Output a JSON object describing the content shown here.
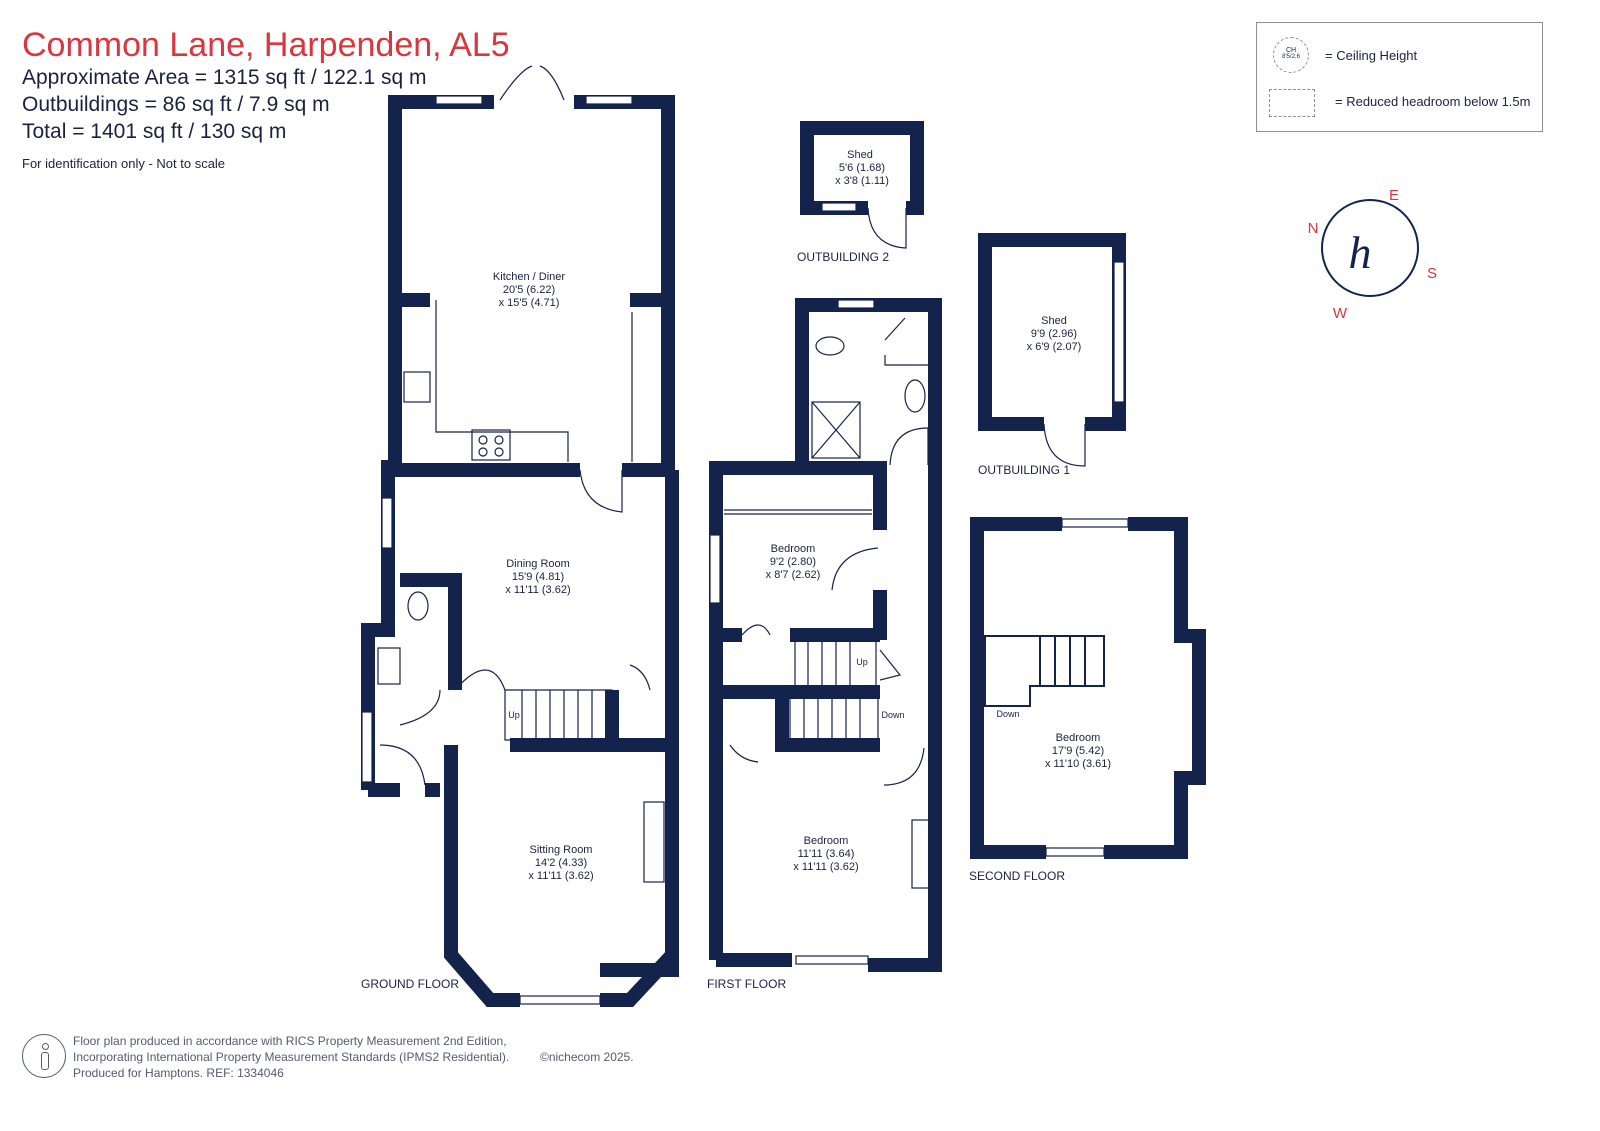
{
  "header": {
    "title": "Common Lane, Harpenden, AL5",
    "area": "Approximate Area = 1315 sq ft / 122.1 sq m",
    "outbuildings": "Outbuildings = 86 sq ft / 7.9 sq m",
    "total": "Total = 1401 sq ft / 130 sq m",
    "note": "For identification only - Not to scale"
  },
  "legend": {
    "ceiling_symbol_top": "CH",
    "ceiling_symbol_bottom": "8'5/2.6",
    "ceiling_label": "= Ceiling Height",
    "reduced_label": "= Reduced headroom below 1.5m"
  },
  "compass": {
    "n": "N",
    "e": "E",
    "s": "S",
    "w": "W",
    "logo": "h"
  },
  "floors": {
    "ground": "GROUND FLOOR",
    "first": "FIRST FLOOR",
    "second": "SECOND FLOOR",
    "outbuilding1": "OUTBUILDING 1",
    "outbuilding2": "OUTBUILDING 2"
  },
  "rooms": {
    "kitchen": {
      "name": "Kitchen / Diner",
      "dim1": "20'5 (6.22)",
      "dim2": "x 15'5 (4.71)"
    },
    "dining": {
      "name": "Dining Room",
      "dim1": "15'9 (4.81)",
      "dim2": "x 11'11 (3.62)"
    },
    "sitting": {
      "name": "Sitting Room",
      "dim1": "14'2 (4.33)",
      "dim2": "x 11'11 (3.62)"
    },
    "bed1": {
      "name": "Bedroom",
      "dim1": "9'2 (2.80)",
      "dim2": "x 8'7 (2.62)"
    },
    "bed2": {
      "name": "Bedroom",
      "dim1": "11'11 (3.64)",
      "dim2": "x 11'11 (3.62)"
    },
    "bed3": {
      "name": "Bedroom",
      "dim1": "17'9 (5.42)",
      "dim2": "x 11'10 (3.61)"
    },
    "shed1": {
      "name": "Shed",
      "dim1": "9'9 (2.96)",
      "dim2": "x 6'9 (2.07)"
    },
    "shed2": {
      "name": "Shed",
      "dim1": "5'6 (1.68)",
      "dim2": "x 3'8 (1.11)"
    }
  },
  "stairs": {
    "ground_up": "Up",
    "first_up": "Up",
    "first_down": "Down",
    "second_down": "Down"
  },
  "footer": {
    "line1": "Floor plan produced in accordance with RICS Property Measurement 2nd Edition,",
    "line2": "Incorporating International Property Measurement Standards (IPMS2 Residential).",
    "line3": "Produced for Hamptons.   REF: 1334046",
    "copyright": "©nichecom 2025."
  },
  "colors": {
    "wall": "#14234b",
    "title": "#d9363e",
    "text": "#1a2240"
  }
}
